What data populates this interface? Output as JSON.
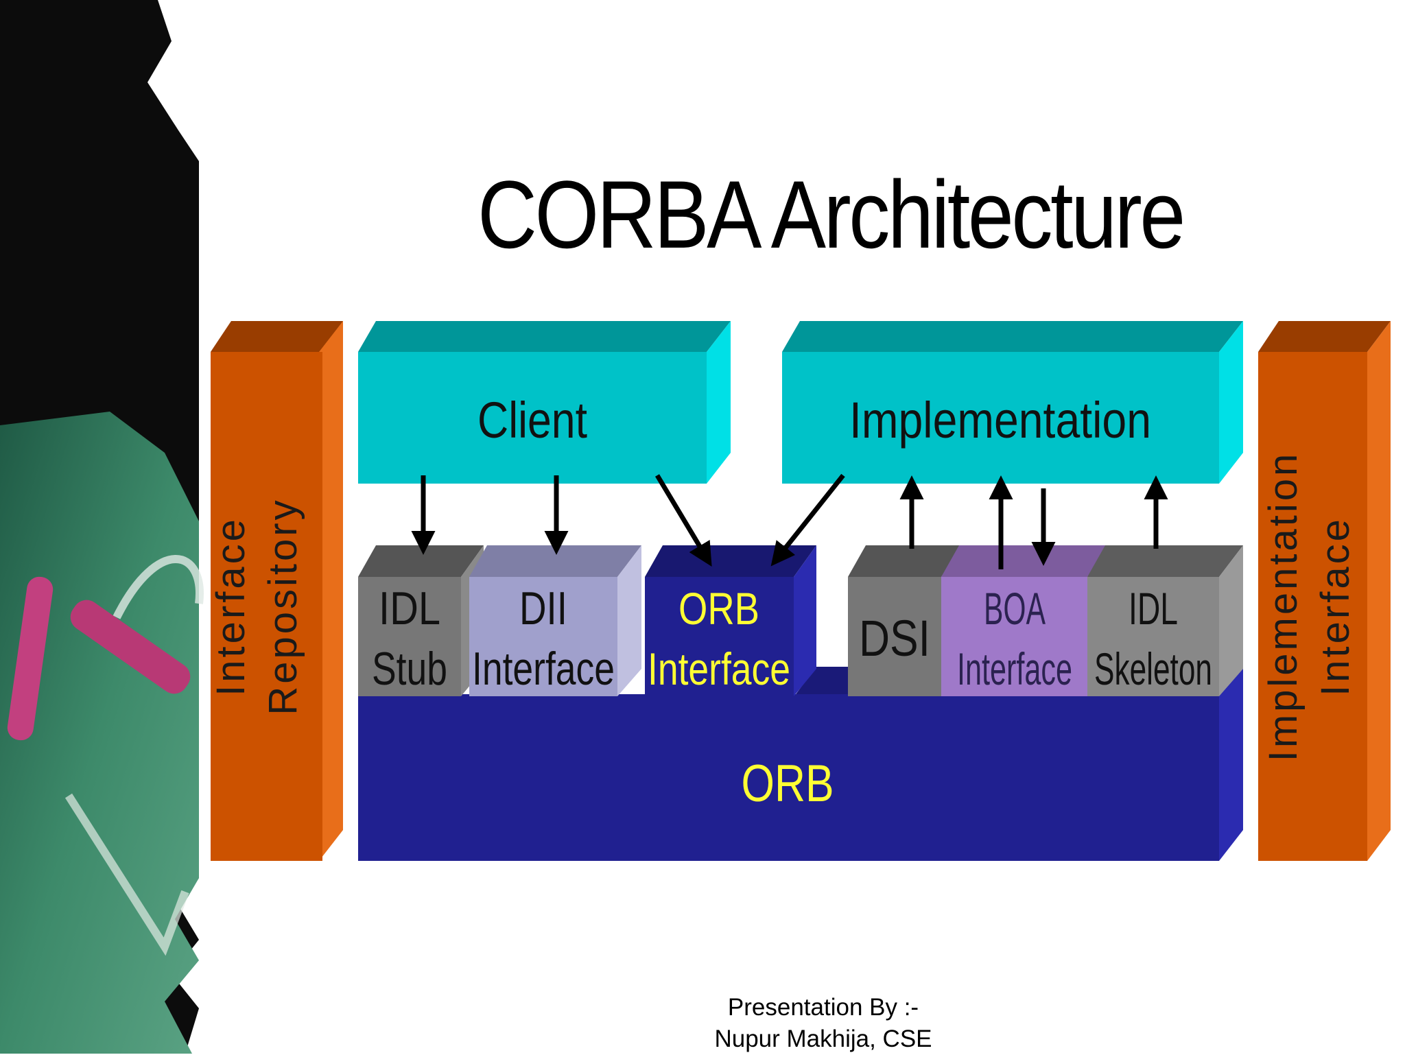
{
  "slide": {
    "title": "CORBA Architecture",
    "credits_line1": "Presentation By :-",
    "credits_line2": "Nupur Makhija, CSE"
  },
  "diagram": {
    "left_pillar": {
      "line1": "Interface",
      "line2": "Repository"
    },
    "right_pillar": {
      "line1": "Implementation",
      "line2": "Interface"
    },
    "client": "Client",
    "implementation": "Implementation",
    "idl_stub": {
      "line1": "IDL",
      "line2": "Stub"
    },
    "dii": {
      "line1": "DII",
      "line2": "Interface"
    },
    "orb_interface": {
      "line1": "ORB",
      "line2": "Interface"
    },
    "dsi": "DSI",
    "boa": {
      "line1": "BOA",
      "line2": "Interface"
    },
    "idl_skeleton": {
      "line1": "IDL",
      "line2": "Skeleton"
    },
    "orb": "ORB"
  },
  "colors": {
    "cyan": "#00c2c8",
    "orange": "#cc5200",
    "orb_blue": "#202090",
    "label_yellow": "#ffff33"
  }
}
